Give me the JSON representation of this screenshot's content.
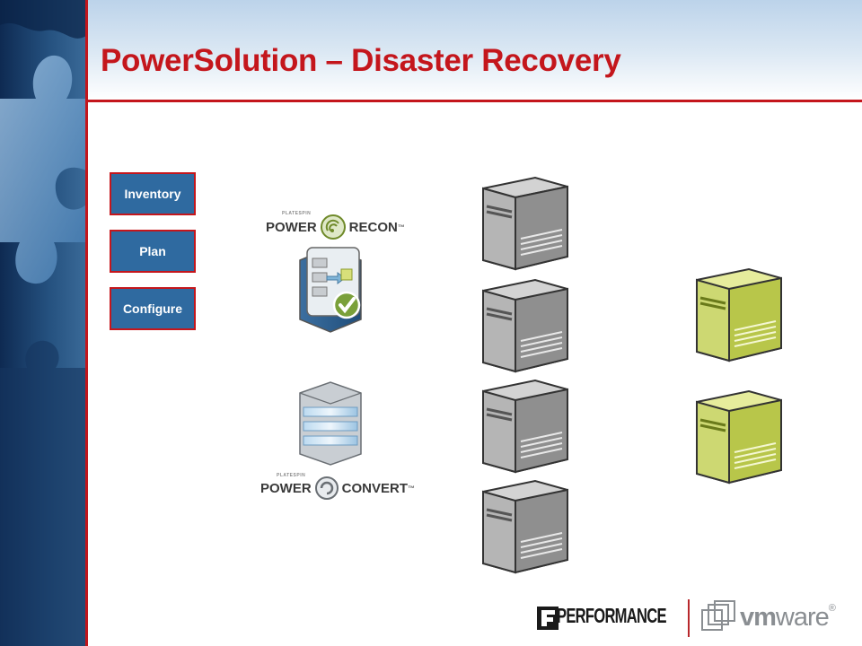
{
  "slide": {
    "title": "PowerSolution – Disaster Recovery"
  },
  "steps": [
    {
      "label": "Inventory"
    },
    {
      "label": "Plan"
    },
    {
      "label": "Configure"
    }
  ],
  "products": {
    "recon": {
      "brand_small": "PLATESPIN",
      "word1": "POWER",
      "word2": "RECON",
      "tm": "™"
    },
    "convert": {
      "brand_small": "PLATESPIN",
      "word1": "POWER",
      "word2": "CONVERT",
      "tm": "™"
    }
  },
  "footer": {
    "performance": "PERFORMANCE",
    "vmware_vm": "vm",
    "vmware_ware": "ware",
    "vmware_reg": "®"
  },
  "colors": {
    "accent_red": "#c4161c",
    "button_blue": "#2f6aa0",
    "server_gray": "#9a9a9a",
    "vm_green": "#c6d35a"
  }
}
